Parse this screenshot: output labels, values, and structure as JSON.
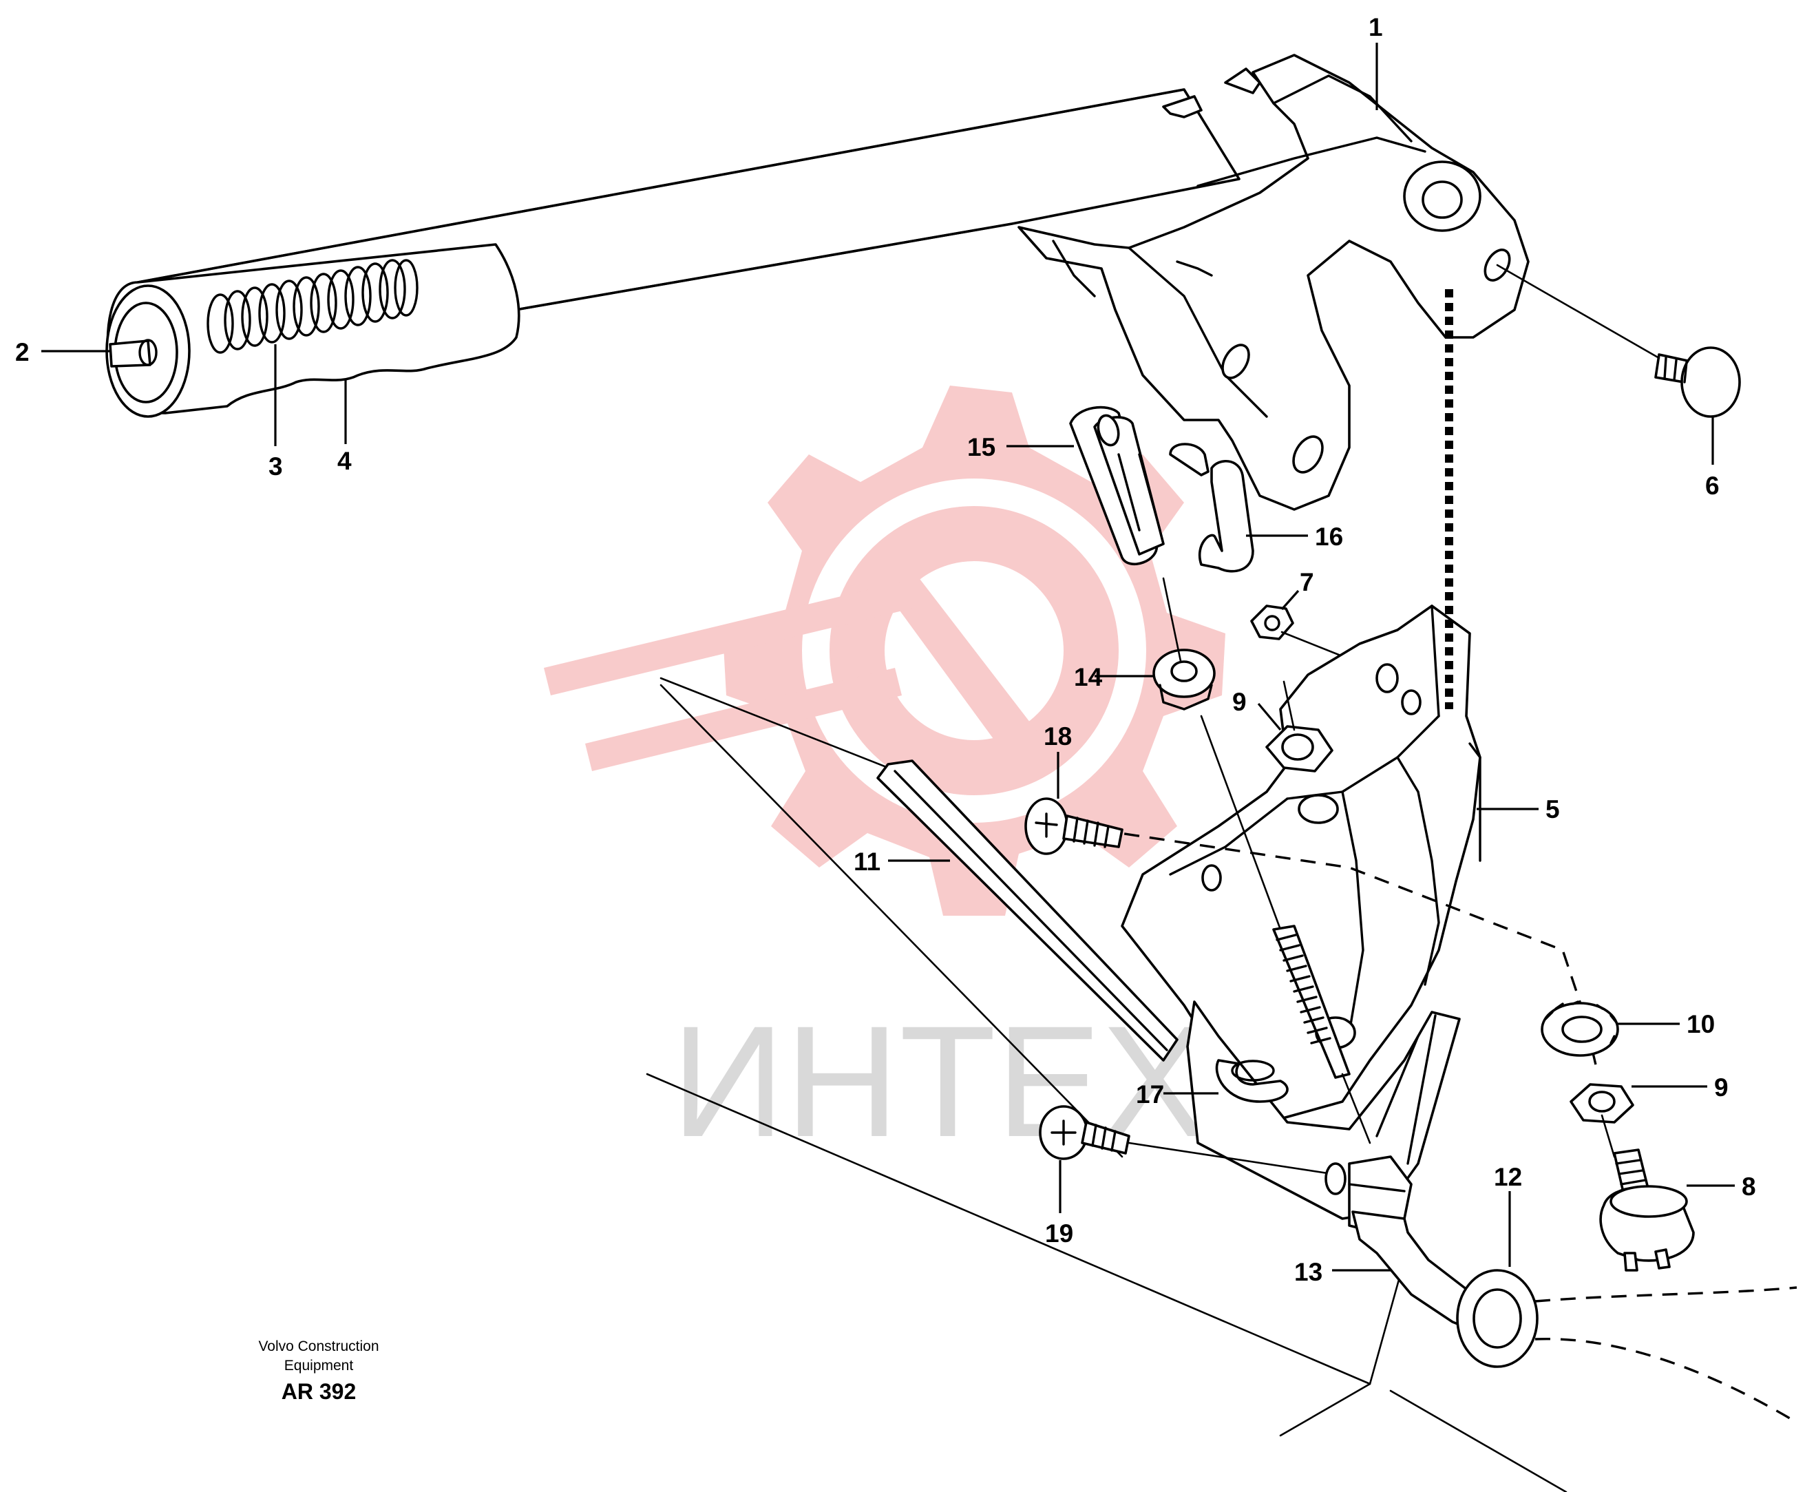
{
  "callouts": [
    {
      "id": "1",
      "label": "1"
    },
    {
      "id": "2",
      "label": "2"
    },
    {
      "id": "3",
      "label": "3"
    },
    {
      "id": "4",
      "label": "4"
    },
    {
      "id": "5",
      "label": "5"
    },
    {
      "id": "6",
      "label": "6"
    },
    {
      "id": "7",
      "label": "7"
    },
    {
      "id": "8",
      "label": "8"
    },
    {
      "id": "9a",
      "label": "9"
    },
    {
      "id": "9b",
      "label": "9"
    },
    {
      "id": "10",
      "label": "10"
    },
    {
      "id": "11",
      "label": "11"
    },
    {
      "id": "12",
      "label": "12"
    },
    {
      "id": "13",
      "label": "13"
    },
    {
      "id": "14",
      "label": "14"
    },
    {
      "id": "15",
      "label": "15"
    },
    {
      "id": "16",
      "label": "16"
    },
    {
      "id": "17",
      "label": "17"
    },
    {
      "id": "18",
      "label": "18"
    },
    {
      "id": "19",
      "label": "19"
    }
  ],
  "caption": {
    "line1": "Volvo Construction",
    "line2": "Equipment",
    "code": "AR 392"
  },
  "watermark": {
    "text": "ИНТЕХ",
    "logo_color": "#f7b7b7",
    "text_color": "#d9d9d9"
  }
}
